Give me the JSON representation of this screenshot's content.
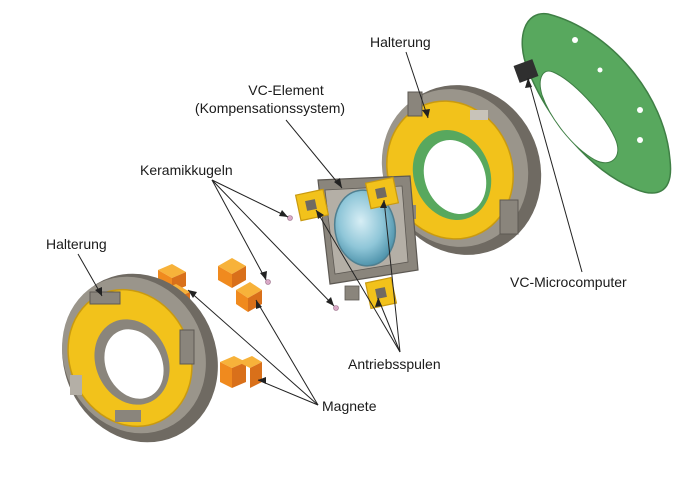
{
  "labels": {
    "halterung_top": "Halterung",
    "vc_element": "VC-Element",
    "kompensation": "(Kompensationssystem)",
    "keramikkugeln": "Keramikkugeln",
    "halterung_left": "Halterung",
    "vc_microcomputer": "VC-Microcomputer",
    "antriebsspulen": "Antriebsspulen",
    "magnete": "Magnete"
  },
  "colors": {
    "yellow": "#f2c21b",
    "yellow_dark": "#c99a10",
    "gray": "#8a857c",
    "gray_dark": "#5d5953",
    "gray_light": "#b4afa6",
    "green": "#58a85e",
    "green_light": "#7cc07e",
    "lens": "#8fc6d8",
    "magnet": "#f08a1e",
    "magnet_top": "#f7b23a",
    "ball": "#d9a9c6",
    "line": "#222222"
  }
}
